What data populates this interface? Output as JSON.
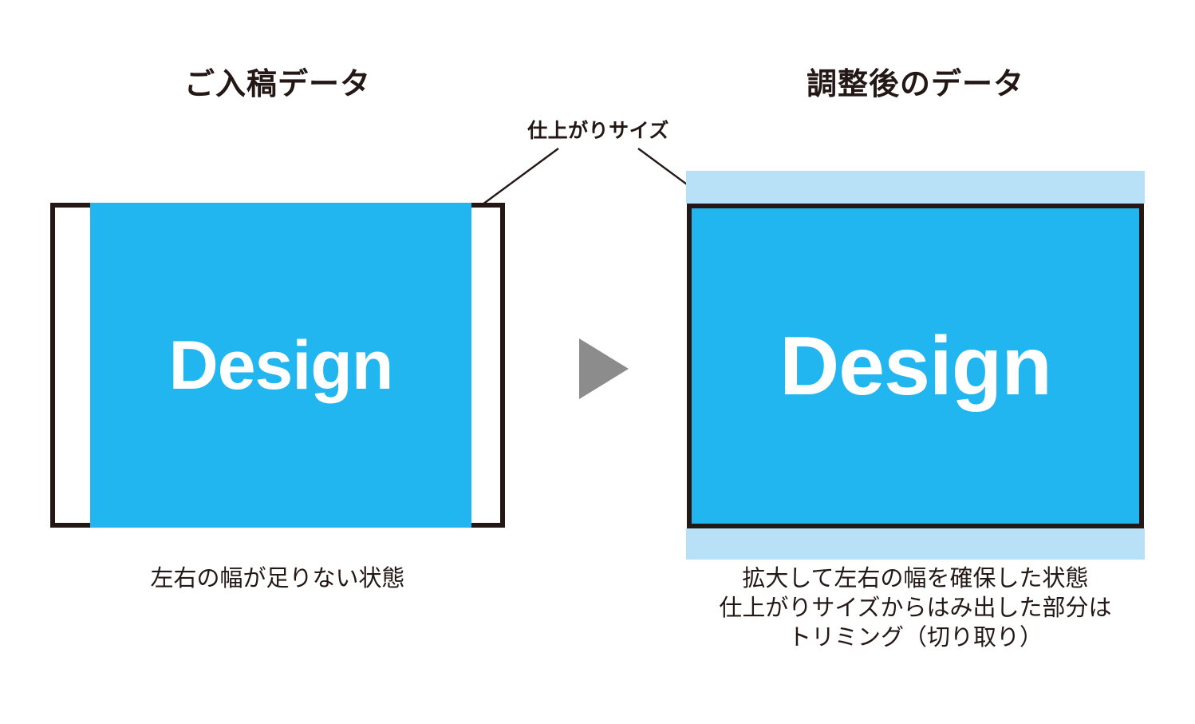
{
  "figure": {
    "type": "before-after-diagram",
    "background_color": "#ffffff",
    "ink_color": "#231815",
    "design_color": "#21b6ef",
    "overflow_color": "#b8e1f7",
    "arrow_color": "#8c8c8c"
  },
  "callout": {
    "label": "仕上がりサイズ"
  },
  "left": {
    "title": "ご入稿データ",
    "design_text": "Design",
    "caption": "左右の幅が足りない状態"
  },
  "right": {
    "title": "調整後のデータ",
    "design_text": "Design",
    "caption_lines": [
      "拡大して左右の幅を確保した状態",
      "仕上がりサイズからはみ出した部分は",
      "トリミング（切り取り）"
    ]
  },
  "arrow": {
    "icon": "triangle-right-icon"
  }
}
